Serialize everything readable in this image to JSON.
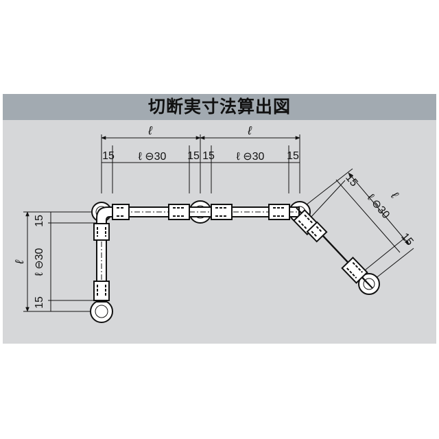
{
  "title": "切断実寸法算出図",
  "dim": {
    "ell": "ℓ",
    "fifteen": "15",
    "len_minus": "ℓ ⊖30"
  }
}
